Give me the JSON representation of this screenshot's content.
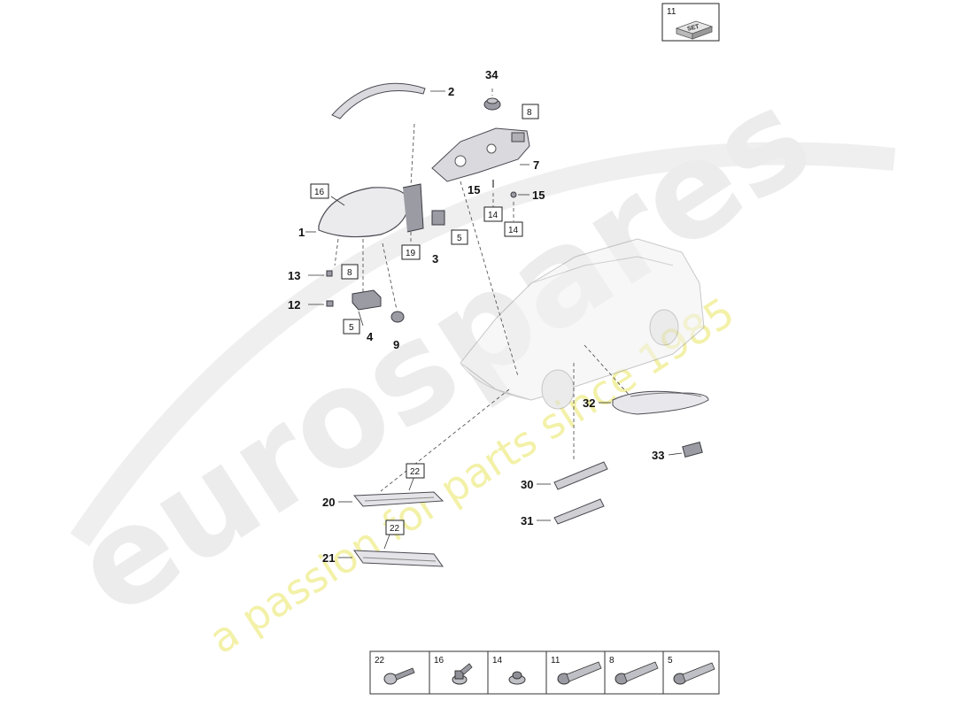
{
  "watermark": {
    "brand": "eurospares",
    "tagline": "a passion for parts since 1985"
  },
  "set_box": {
    "number": "11",
    "label": "SET"
  },
  "callouts": {
    "c1": "1",
    "c2": "2",
    "c3": "3",
    "c4": "4",
    "c7": "7",
    "c9": "9",
    "c12": "12",
    "c13": "13",
    "c15a": "15",
    "c15b": "15",
    "c20": "20",
    "c21": "21",
    "c30": "30",
    "c31": "31",
    "c32": "32",
    "c33": "33",
    "c34": "34"
  },
  "boxed_refs": {
    "b8a": "8",
    "b8b": "8",
    "b16": "16",
    "b19": "19",
    "b5a": "5",
    "b5b": "5",
    "b14a": "14",
    "b14b": "14",
    "b22a": "22",
    "b22b": "22"
  },
  "legend": {
    "items": [
      {
        "number": "22",
        "icon": "bolt-pan-head-icon"
      },
      {
        "number": "16",
        "icon": "bolt-flange-icon"
      },
      {
        "number": "14",
        "icon": "nut-dome-icon"
      },
      {
        "number": "11",
        "icon": "bolt-long-icon"
      },
      {
        "number": "8",
        "icon": "bolt-long-icon"
      },
      {
        "number": "5",
        "icon": "bolt-long-icon"
      }
    ]
  }
}
